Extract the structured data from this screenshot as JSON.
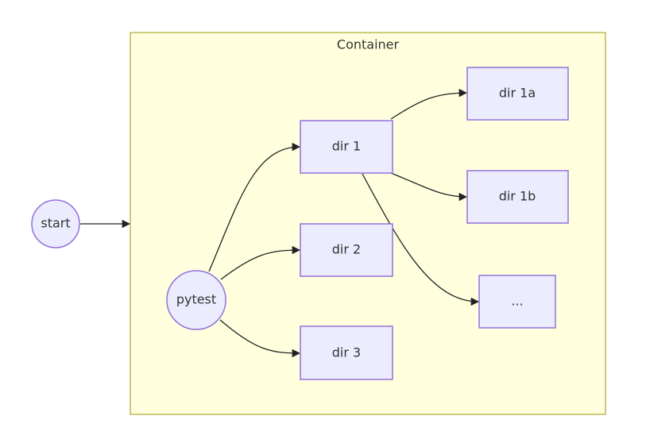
{
  "diagram": {
    "container_label": "Container",
    "nodes": {
      "start": "start",
      "pytest": "pytest",
      "dir1": "dir 1",
      "dir2": "dir 2",
      "dir3": "dir 3",
      "dir1a": "dir 1a",
      "dir1b": "dir 1b",
      "more": "..."
    },
    "edges": [
      {
        "from": "start",
        "to": "Container"
      },
      {
        "from": "pytest",
        "to": "dir 1"
      },
      {
        "from": "pytest",
        "to": "dir 2"
      },
      {
        "from": "pytest",
        "to": "dir 3"
      },
      {
        "from": "dir 1",
        "to": "dir 1a"
      },
      {
        "from": "dir 1",
        "to": "dir 1b"
      },
      {
        "from": "dir 1",
        "to": "..."
      }
    ],
    "colors": {
      "node_fill": "#ECECFF",
      "node_stroke": "#9370DB",
      "cluster_fill": "#FFFFDE",
      "cluster_stroke": "#AAAA33",
      "edge": "#222222"
    }
  }
}
